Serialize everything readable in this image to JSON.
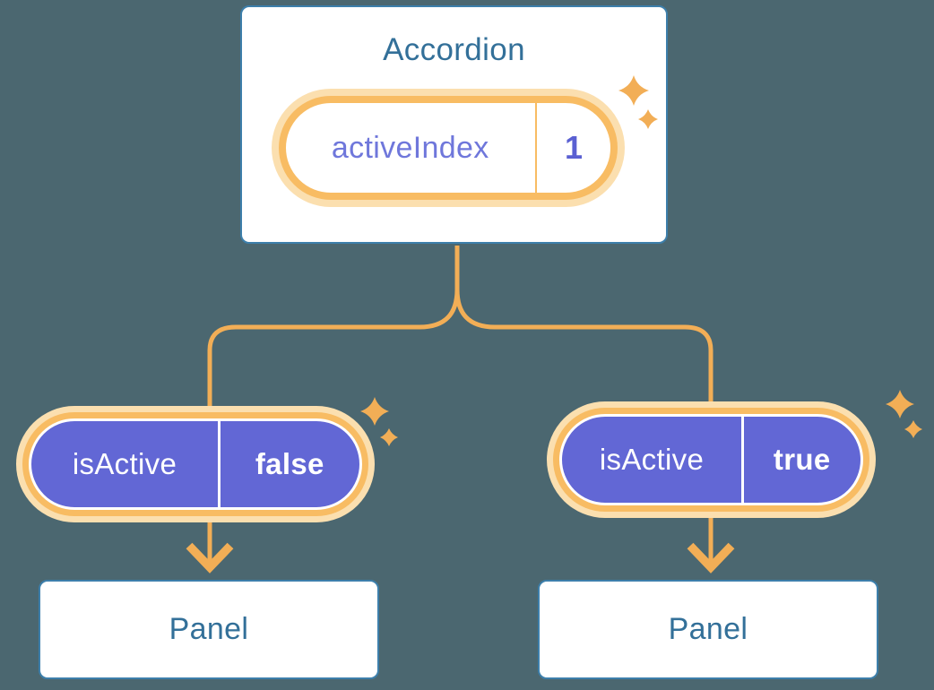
{
  "colors": {
    "background": "#4B6770",
    "card_border": "#3D7FAB",
    "heading_text": "#337099",
    "orange_line": "#F2AE56",
    "orange_ring": "#F8BC63",
    "orange_glow": "#FBDFAF",
    "purple_fill": "#6267D5",
    "purple_label_text": "#6F77DB",
    "purple_value_text": "#5A60D2",
    "white": "#FFFFFF"
  },
  "diagram": {
    "accordion": {
      "title": "Accordion",
      "state": {
        "name": "activeIndex",
        "value": "1"
      }
    },
    "left_branch": {
      "prop_name": "isActive",
      "prop_value": "false",
      "panel_title": "Panel"
    },
    "right_branch": {
      "prop_name": "isActive",
      "prop_value": "true",
      "panel_title": "Panel"
    }
  }
}
